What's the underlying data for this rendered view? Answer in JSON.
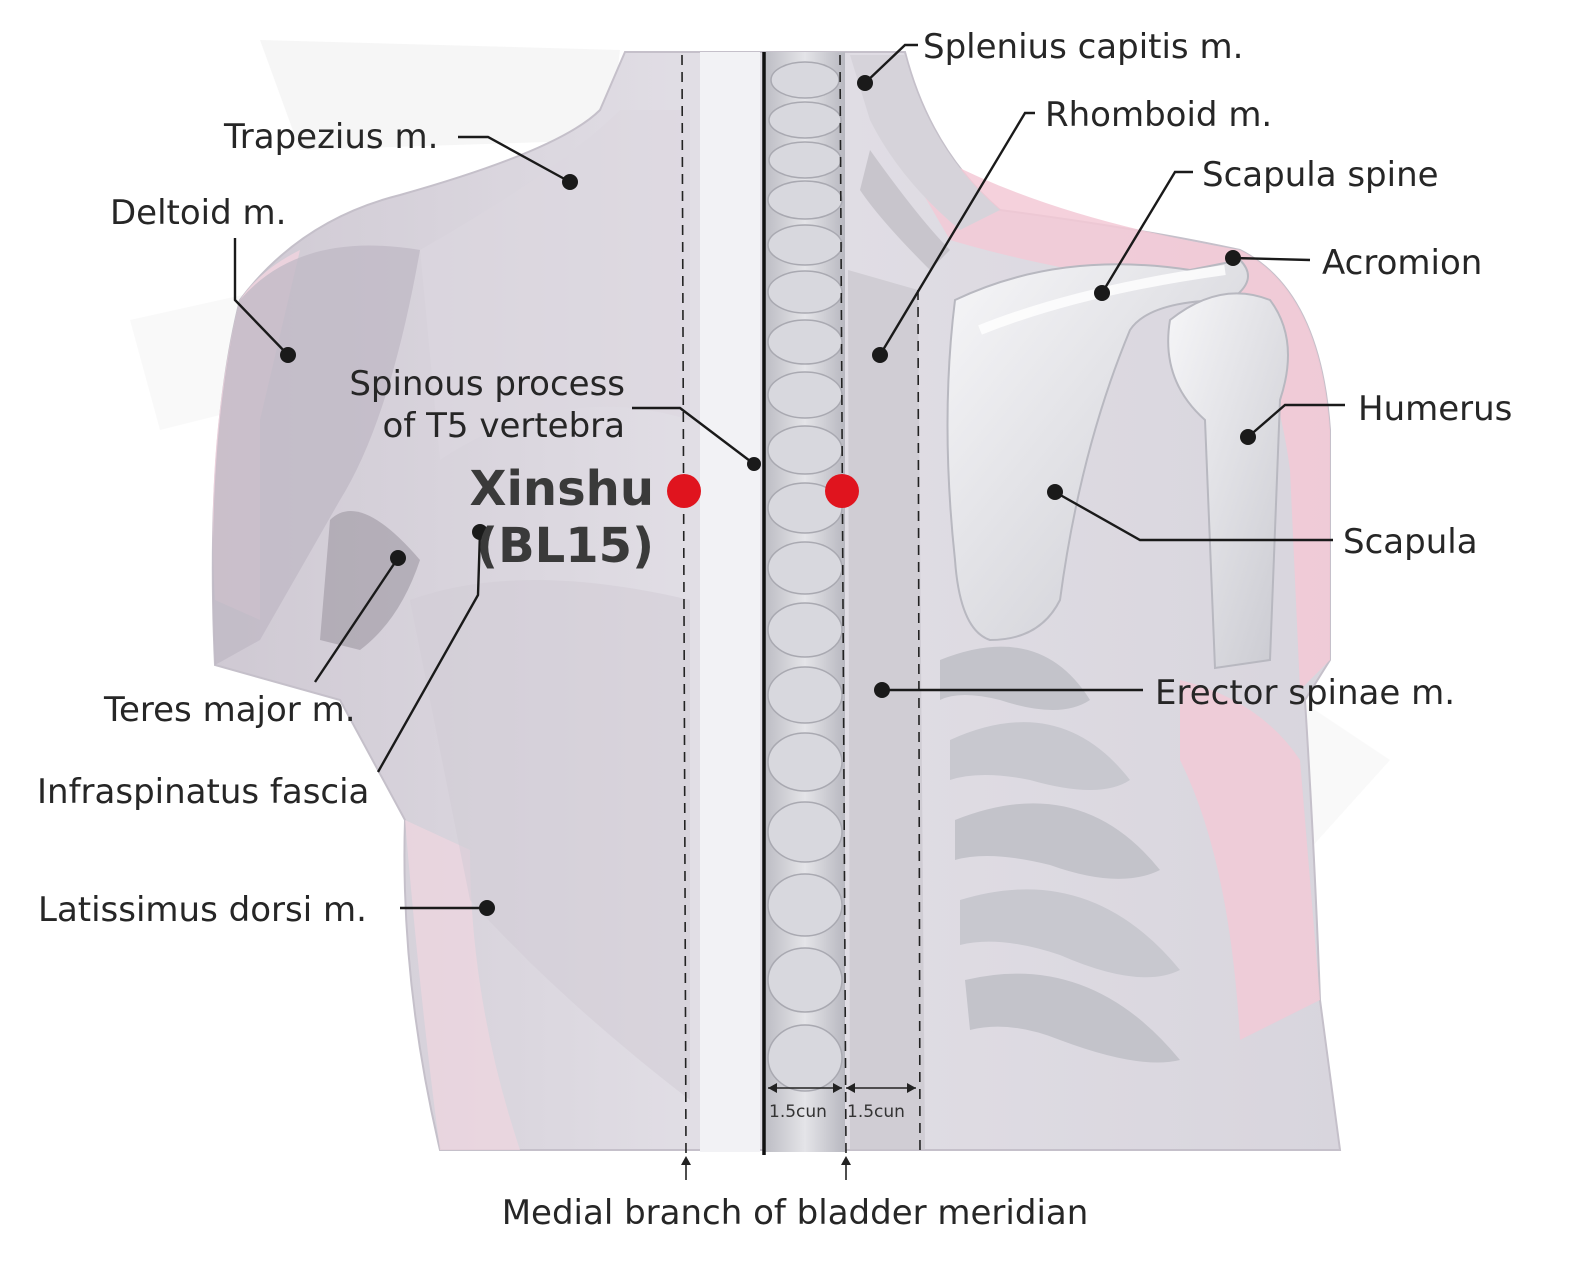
{
  "acupoint": {
    "name": "Xinshu",
    "code": "(BL15)",
    "color": "#e0141e"
  },
  "labels": {
    "splenius": "Splenius capitis m.",
    "rhomboid": "Rhomboid m.",
    "scapula_spine": "Scapula spine",
    "acromion": "Acromion",
    "humerus": "Humerus",
    "scapula": "Scapula",
    "erector": "Erector spinae m.",
    "trapezius": "Trapezius m.",
    "deltoid": "Deltoid m.",
    "spinous_line1": "Spinous process",
    "spinous_line2": "of T5 vertebra",
    "teres": "Teres major m.",
    "infraspinatus": "Infraspinatus fascia",
    "latissimus": "Latissimus dorsi m.",
    "meridian": "Medial branch of bladder meridian"
  },
  "measure": {
    "left": "1.5cun",
    "right": "1.5cun"
  },
  "colors": {
    "muscle": "#d9d4de",
    "pink": "#f3c9d6",
    "bone": "#ebebef"
  }
}
